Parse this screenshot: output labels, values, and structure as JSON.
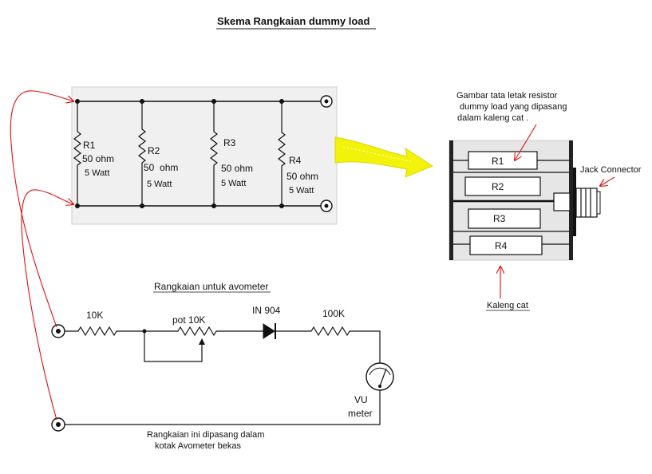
{
  "title": "Skema Rangkaian dummy load",
  "load": {
    "resistors": [
      {
        "name": "R1",
        "value": "50 ohm",
        "power": "5 Watt"
      },
      {
        "name": "R2",
        "value": "50  ohm",
        "power": "5 Watt"
      },
      {
        "name": "R3",
        "value": "50 ohm",
        "power": "5 Watt"
      },
      {
        "name": "R4",
        "value": "50 ohm",
        "power": "5 Watt"
      }
    ]
  },
  "layout_view": {
    "note_lines": [
      "Gambar tata letak resistor",
      "dummy load yang dipasang",
      "dalam kaleng cat ."
    ],
    "resistors": [
      "R1",
      "R2",
      "R3",
      "R4"
    ],
    "jack_label": "Jack Connector",
    "can_label": "Kaleng cat"
  },
  "avometer": {
    "title": "Rangkaian untuk avometer",
    "r1": "10K",
    "pot": "pot 10K",
    "diode": "IN 904",
    "r2": "100K",
    "meter_lines": [
      "VU",
      "meter"
    ],
    "note_lines": [
      "Rangkaian ini dipasang dalam",
      "kotak Avometer bekas"
    ]
  },
  "colors": {
    "wire": "#111111",
    "arrow_red": "#e01010",
    "arrow_yellow": "#f2f20a",
    "panel_bg": "#f0f0f0"
  }
}
